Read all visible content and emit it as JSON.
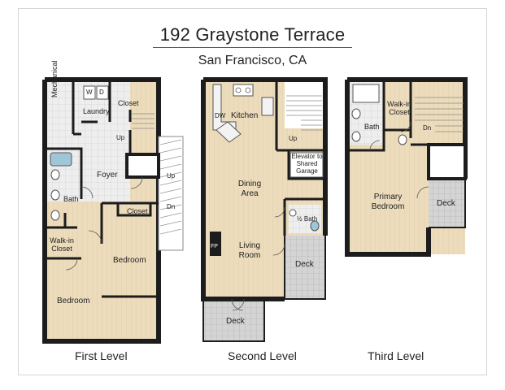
{
  "title": "192 Graystone Terrace",
  "subtitle": "San Francisco, CA",
  "levels": {
    "first": {
      "label": "First Level",
      "rooms": {
        "mechanical": "Mechanical",
        "laundry": "Laundry",
        "washer": "W",
        "dryer": "D",
        "closet": "Closet",
        "foyer": "Foyer",
        "bath": "Bath",
        "closet2": "Closet",
        "walkin": "Walk-in Closet",
        "bedroom1": "Bedroom",
        "bedroom2": "Bedroom",
        "up": "Up",
        "up2": "Up",
        "dn": "Dn"
      }
    },
    "second": {
      "label": "Second Level",
      "rooms": {
        "dw": "DW",
        "kitchen": "Kitchen",
        "up": "Up",
        "elevator": "Elevator to Shared Garage",
        "dining": "Dining Area",
        "halfbath": "½ Bath",
        "fp": "FP",
        "living": "Living Room",
        "deck1": "Deck",
        "deck2": "Deck"
      }
    },
    "third": {
      "label": "Third Level",
      "rooms": {
        "walkin": "Walk-in Closet",
        "bath": "Bath",
        "dn": "Dn",
        "primary": "Primary Bedroom",
        "deck": "Deck"
      }
    }
  },
  "colors": {
    "floor": "#ecdcbc",
    "wall": "#1c1c1c",
    "tile": "#e6e6e6",
    "deck": "#cfcfcf",
    "fixture": "#9fc6d6"
  }
}
